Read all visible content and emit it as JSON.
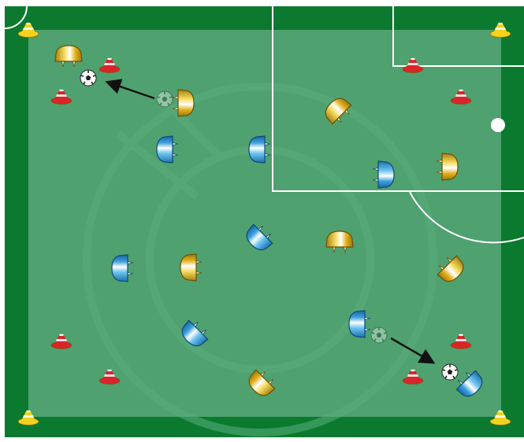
{
  "diagram": {
    "colors": {
      "outer_field": "#0b7a2f",
      "inner_field": "#4fa170",
      "lines": "#ffffff",
      "team_yellow": "#e0b622",
      "team_blue": "#3ca0dd",
      "cone_red": "#d8242a",
      "cone_yellow": "#f2d21b",
      "arrow": "#111111"
    },
    "players": [
      {
        "team": "yellow",
        "facing": "down",
        "label": "yellow-player"
      },
      {
        "team": "yellow",
        "facing": "left",
        "label": "yellow-player-with-ball"
      },
      {
        "team": "blue",
        "facing": "right",
        "label": "blue-player"
      },
      {
        "team": "blue",
        "facing": "right",
        "label": "blue-player"
      },
      {
        "team": "yellow",
        "facing": "down-right",
        "label": "yellow-player"
      },
      {
        "team": "blue",
        "facing": "left",
        "label": "blue-player"
      },
      {
        "team": "yellow",
        "facing": "left",
        "label": "yellow-player"
      },
      {
        "team": "blue",
        "facing": "up-right",
        "label": "blue-player"
      },
      {
        "team": "yellow",
        "facing": "down",
        "label": "yellow-player"
      },
      {
        "team": "blue",
        "facing": "right",
        "label": "blue-player"
      },
      {
        "team": "yellow",
        "facing": "right",
        "label": "yellow-player"
      },
      {
        "team": "yellow",
        "facing": "up-left",
        "label": "yellow-player"
      },
      {
        "team": "blue",
        "facing": "up-right",
        "label": "blue-player"
      },
      {
        "team": "yellow",
        "facing": "up-right",
        "label": "yellow-player"
      },
      {
        "team": "blue",
        "facing": "right",
        "label": "blue-player-with-ball"
      },
      {
        "team": "blue",
        "facing": "up-left",
        "label": "blue-player"
      }
    ]
  }
}
